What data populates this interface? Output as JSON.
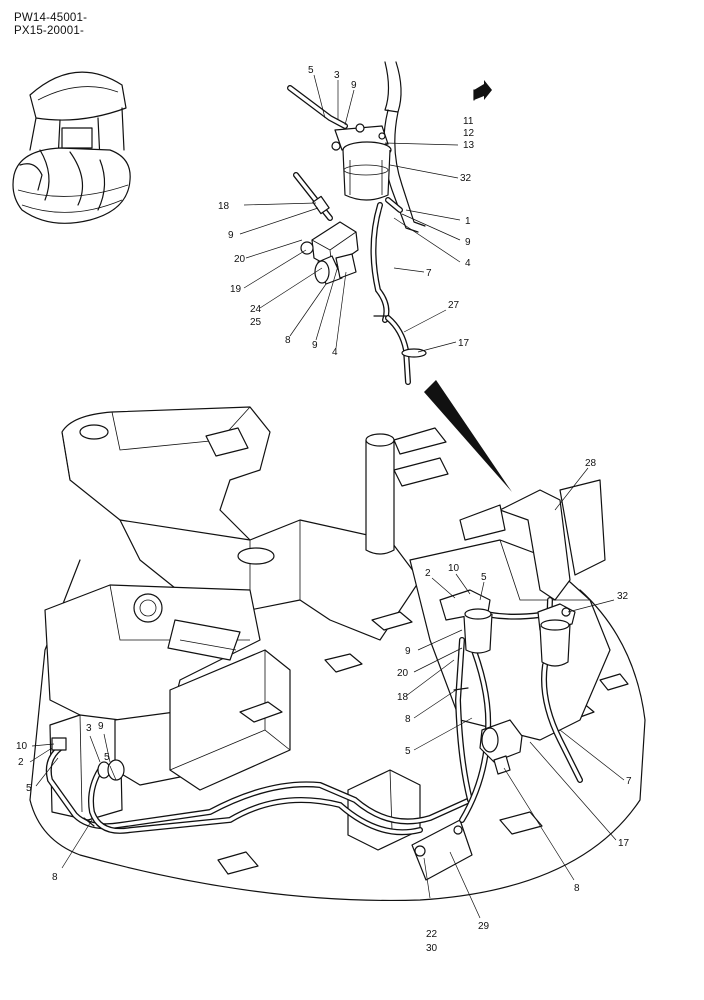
{
  "header": {
    "line1": "PW14-45001-",
    "line2": "PX15-20001-"
  },
  "detail_callouts": [
    {
      "id": "d5",
      "text": "5"
    },
    {
      "id": "d3",
      "text": "3"
    },
    {
      "id": "d9a",
      "text": "9"
    },
    {
      "id": "d11",
      "text": "11"
    },
    {
      "id": "d12",
      "text": "12"
    },
    {
      "id": "d13",
      "text": "13"
    },
    {
      "id": "d32",
      "text": "32"
    },
    {
      "id": "d1",
      "text": "1"
    },
    {
      "id": "d9b",
      "text": "9"
    },
    {
      "id": "d4a",
      "text": "4"
    },
    {
      "id": "d7",
      "text": "7"
    },
    {
      "id": "d18",
      "text": "18"
    },
    {
      "id": "d9c",
      "text": "9"
    },
    {
      "id": "d20",
      "text": "20"
    },
    {
      "id": "d19",
      "text": "19"
    },
    {
      "id": "d24",
      "text": "24"
    },
    {
      "id": "d25",
      "text": "25"
    },
    {
      "id": "d8",
      "text": "8"
    },
    {
      "id": "d9d",
      "text": "9"
    },
    {
      "id": "d4b",
      "text": "4"
    },
    {
      "id": "d27",
      "text": "27"
    },
    {
      "id": "d17",
      "text": "17"
    }
  ],
  "main_callouts": [
    {
      "id": "m28",
      "text": "28"
    },
    {
      "id": "m2a",
      "text": "2"
    },
    {
      "id": "m10a",
      "text": "10"
    },
    {
      "id": "m5a",
      "text": "5"
    },
    {
      "id": "m32",
      "text": "32"
    },
    {
      "id": "m9a",
      "text": "9"
    },
    {
      "id": "m20",
      "text": "20"
    },
    {
      "id": "m18",
      "text": "18"
    },
    {
      "id": "m8a",
      "text": "8"
    },
    {
      "id": "m5b",
      "text": "5"
    },
    {
      "id": "m7",
      "text": "7"
    },
    {
      "id": "m17",
      "text": "17"
    },
    {
      "id": "m8b",
      "text": "8"
    },
    {
      "id": "m29",
      "text": "29"
    },
    {
      "id": "m22",
      "text": "22"
    },
    {
      "id": "m30",
      "text": "30"
    },
    {
      "id": "m10b",
      "text": "10"
    },
    {
      "id": "m2b",
      "text": "2"
    },
    {
      "id": "m5c",
      "text": "5"
    },
    {
      "id": "m3",
      "text": "3"
    },
    {
      "id": "m9b",
      "text": "9"
    },
    {
      "id": "m5d",
      "text": "5"
    },
    {
      "id": "m8c",
      "text": "8"
    }
  ]
}
